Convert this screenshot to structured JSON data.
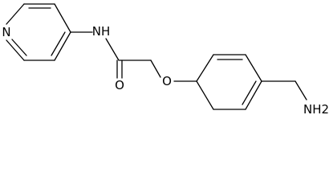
{
  "molecule": {
    "atoms": {
      "pyridine_n": "N",
      "amide_nh": "NH",
      "carbonyl_o": "O",
      "ether_o": "O",
      "amine": "NH2"
    }
  }
}
